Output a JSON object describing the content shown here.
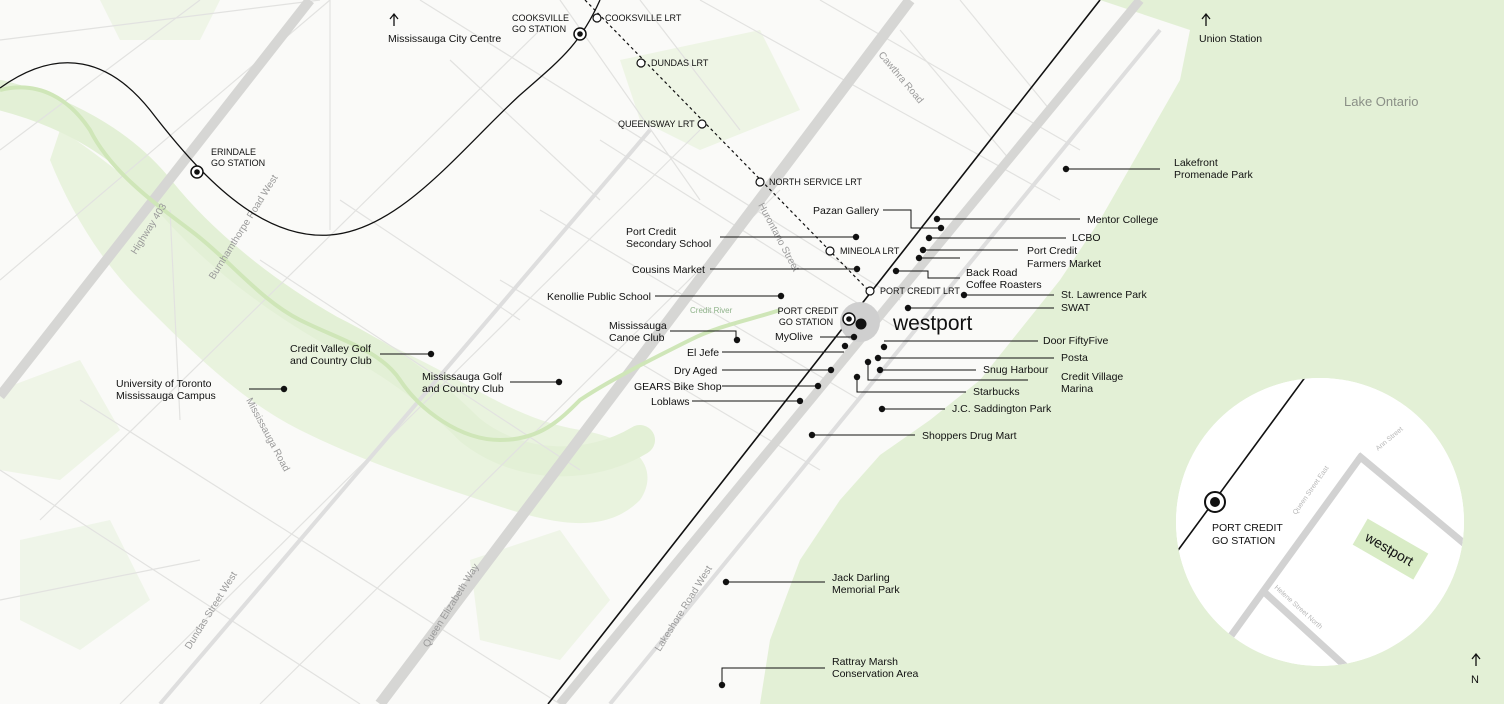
{
  "colors": {
    "green": "#e3f0d6",
    "park": "#dfeed0",
    "road_major": "#d6d6d4",
    "road_minor": "#e3e3e1",
    "line": "#111111",
    "text": "#111111",
    "muted": "#9a9a9a",
    "lake_label": "#8a8f86",
    "hub": "#d3d3d3"
  },
  "map_labels": {
    "lake": "Lake Ontario",
    "north": "N",
    "brand": "westport"
  },
  "directions": [
    {
      "label": "Mississauga City Centre",
      "icon": "arrow-up-icon"
    },
    {
      "label": "Union Station",
      "icon": "arrow-up-icon"
    }
  ],
  "stations": [
    {
      "lines": [
        "COOKSVILLE",
        "GO STATION"
      ],
      "type": "go"
    },
    {
      "lines": [
        "ERINDALE",
        "GO STATION"
      ],
      "type": "go"
    },
    {
      "lines": [
        "PORT CREDIT",
        "GO STATION"
      ],
      "type": "go"
    },
    {
      "lines": [
        "COOKSVILLE LRT"
      ],
      "type": "lrt"
    },
    {
      "lines": [
        "DUNDAS LRT"
      ],
      "type": "lrt"
    },
    {
      "lines": [
        "QUEENSWAY LRT"
      ],
      "type": "lrt"
    },
    {
      "lines": [
        "NORTH SERVICE LRT"
      ],
      "type": "lrt"
    },
    {
      "lines": [
        "MINEOLA LRT"
      ],
      "type": "lrt"
    },
    {
      "lines": [
        "PORT CREDIT LRT"
      ],
      "type": "lrt"
    }
  ],
  "streets": [
    "Highway 403",
    "Burnhamthorpe Road West",
    "Mississauga Road",
    "Hurontario Street",
    "Cawthra Road",
    "Queen Elizabeth Way",
    "Lakeshore Road West",
    "Dundas Street West",
    "Credit River"
  ],
  "poi_left": [
    {
      "lines": [
        "Port Credit",
        "Secondary School"
      ]
    },
    {
      "lines": [
        "Cousins Market"
      ]
    },
    {
      "lines": [
        "Kenollie Public School"
      ]
    },
    {
      "lines": [
        "Mississauga",
        "Canoe Club"
      ]
    },
    {
      "lines": [
        "MyOlive"
      ]
    },
    {
      "lines": [
        "El Jefe"
      ]
    },
    {
      "lines": [
        "Dry Aged"
      ]
    },
    {
      "lines": [
        "GEARS Bike Shop"
      ]
    },
    {
      "lines": [
        "Loblaws"
      ]
    },
    {
      "lines": [
        "Credit Valley Golf",
        "and Country Club"
      ]
    },
    {
      "lines": [
        "University of Toronto",
        "Mississauga Campus"
      ]
    },
    {
      "lines": [
        "Mississauga Golf",
        "and Country Club"
      ]
    }
  ],
  "poi_right": [
    {
      "lines": [
        "Pazan Gallery"
      ]
    },
    {
      "lines": [
        "Mentor College"
      ]
    },
    {
      "lines": [
        "LCBO"
      ]
    },
    {
      "lines": [
        "Port Credit",
        "Farmers Market"
      ]
    },
    {
      "lines": [
        "Back Road",
        "Coffee Roasters"
      ]
    },
    {
      "lines": [
        "St. Lawrence Park"
      ]
    },
    {
      "lines": [
        "SWAT"
      ]
    },
    {
      "lines": [
        "Door FiftyFive"
      ]
    },
    {
      "lines": [
        "Posta"
      ]
    },
    {
      "lines": [
        "Snug Harbour"
      ]
    },
    {
      "lines": [
        "Credit Village",
        "Marina"
      ]
    },
    {
      "lines": [
        "Starbucks"
      ]
    },
    {
      "lines": [
        "J.C. Saddington Park"
      ]
    },
    {
      "lines": [
        "Shoppers Drug Mart"
      ]
    },
    {
      "lines": [
        "Lakefront",
        "Promenade Park"
      ]
    },
    {
      "lines": [
        "Jack Darling",
        "Memorial Park"
      ]
    },
    {
      "lines": [
        "Rattray Marsh",
        "Conservation Area"
      ]
    }
  ],
  "inset": {
    "station": [
      "PORT CREDIT",
      "GO STATION"
    ],
    "streets": [
      "Ann Street",
      "Queen Street East",
      "Helene Street North"
    ],
    "brand": "westport"
  }
}
